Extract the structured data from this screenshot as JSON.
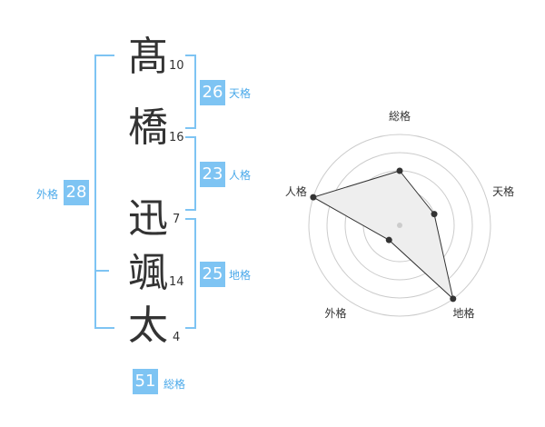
{
  "name": {
    "characters": [
      {
        "char": "髙",
        "strokes": "10"
      },
      {
        "char": "橋",
        "strokes": "16"
      },
      {
        "char": "迅",
        "strokes": "7"
      },
      {
        "char": "颯",
        "strokes": "14"
      },
      {
        "char": "太",
        "strokes": "4"
      }
    ]
  },
  "fortune": {
    "tenkaku": {
      "value": "26",
      "label": "天格"
    },
    "jinkaku": {
      "value": "23",
      "label": "人格"
    },
    "chikaku": {
      "value": "25",
      "label": "地格"
    },
    "gaikaku": {
      "value": "28",
      "label": "外格"
    },
    "soukaku": {
      "value": "51",
      "label": "総格"
    }
  },
  "colors": {
    "accent": "#7ec4f3",
    "accent_text": "#4aa9ea",
    "text": "#333333",
    "ring": "#cccccc",
    "fill": "#eeeeee"
  },
  "chart_data": {
    "type": "radar",
    "axes": [
      "総格",
      "天格",
      "地格",
      "外格",
      "人格"
    ],
    "scale": [
      0,
      5
    ],
    "rings": 5,
    "values": [
      3,
      2,
      5,
      1,
      5
    ]
  }
}
